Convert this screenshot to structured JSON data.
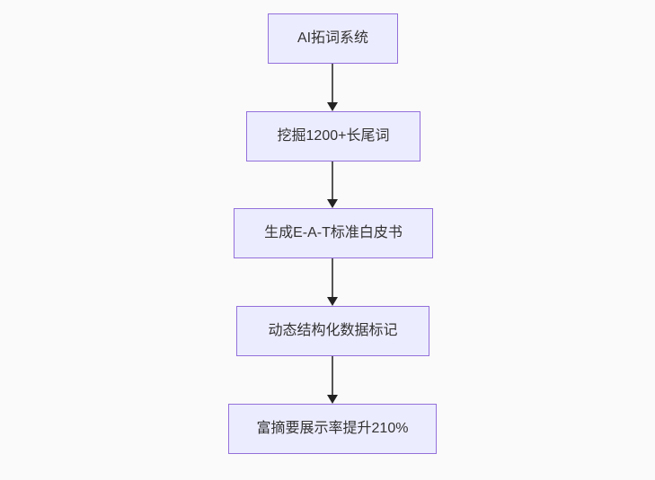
{
  "diagram": {
    "type": "flowchart",
    "direction": "top-down",
    "colors": {
      "background": "#fafafa",
      "node_fill": "#ECECFF",
      "node_border": "#9370DB",
      "node_text": "#333333",
      "edge_line": "#555555",
      "arrowhead": "#222222"
    },
    "nodes": [
      {
        "id": "n1",
        "label": "AI拓词系统"
      },
      {
        "id": "n2",
        "label": "挖掘1200+长尾词"
      },
      {
        "id": "n3",
        "label": "生成E-A-T标准白皮书"
      },
      {
        "id": "n4",
        "label": "动态结构化数据标记"
      },
      {
        "id": "n5",
        "label": "富摘要展示率提升210%"
      }
    ],
    "edges": [
      {
        "from": "n1",
        "to": "n2"
      },
      {
        "from": "n2",
        "to": "n3"
      },
      {
        "from": "n3",
        "to": "n4"
      },
      {
        "from": "n4",
        "to": "n5"
      }
    ]
  }
}
